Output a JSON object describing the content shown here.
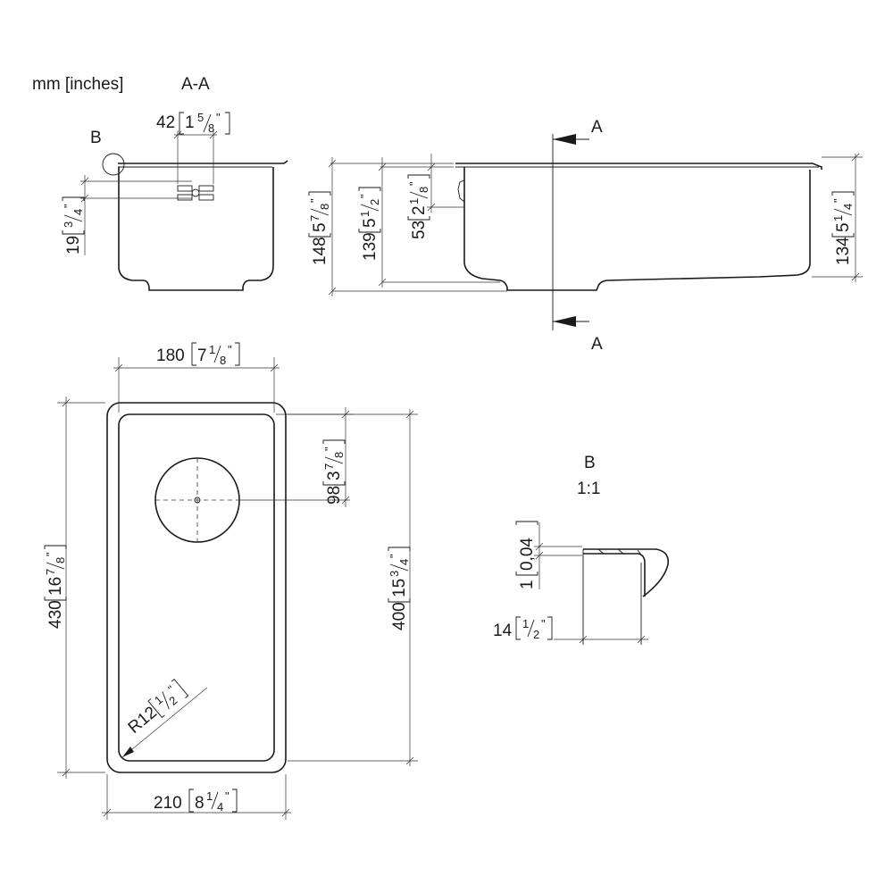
{
  "units_label": "mm [inches]",
  "section_label": "A-A",
  "detail_callout": "B",
  "section_marker": "A",
  "detail_title": "B",
  "detail_scale": "1:1",
  "dimensions": {
    "drain_width": {
      "mm": "42",
      "inch_whole": "1",
      "inch_num": "5",
      "inch_den": "8"
    },
    "rim_offset": {
      "mm": "19",
      "inch_whole": "",
      "inch_num": "3",
      "inch_den": "4"
    },
    "overall_depth": {
      "mm": "148",
      "inch_whole": "5",
      "inch_num": "7",
      "inch_den": "8"
    },
    "inner_depth": {
      "mm": "139",
      "inch_whole": "5",
      "inch_num": "1",
      "inch_den": "2"
    },
    "overflow_height": {
      "mm": "53",
      "inch_whole": "2",
      "inch_num": "1",
      "inch_den": "8"
    },
    "right_depth": {
      "mm": "134",
      "inch_whole": "5",
      "inch_num": "1",
      "inch_den": "4"
    },
    "inner_width": {
      "mm": "180",
      "inch_whole": "7",
      "inch_num": "1",
      "inch_den": "8"
    },
    "outer_length": {
      "mm": "430",
      "inch_whole": "16",
      "inch_num": "7",
      "inch_den": "8"
    },
    "drain_offset": {
      "mm": "98",
      "inch_whole": "3",
      "inch_num": "7",
      "inch_den": "8"
    },
    "inner_length": {
      "mm": "400",
      "inch_whole": "15",
      "inch_num": "3",
      "inch_den": "4"
    },
    "corner_radius": {
      "mm": "R12",
      "inch_whole": "",
      "inch_num": "1",
      "inch_den": "2"
    },
    "outer_width": {
      "mm": "210",
      "inch_whole": "8",
      "inch_num": "1",
      "inch_den": "4"
    },
    "flange_thickness": {
      "mm": "1",
      "inch_text": "0,04"
    },
    "flange_width": {
      "mm": "14",
      "inch_whole": "",
      "inch_num": "1",
      "inch_den": "2"
    }
  }
}
